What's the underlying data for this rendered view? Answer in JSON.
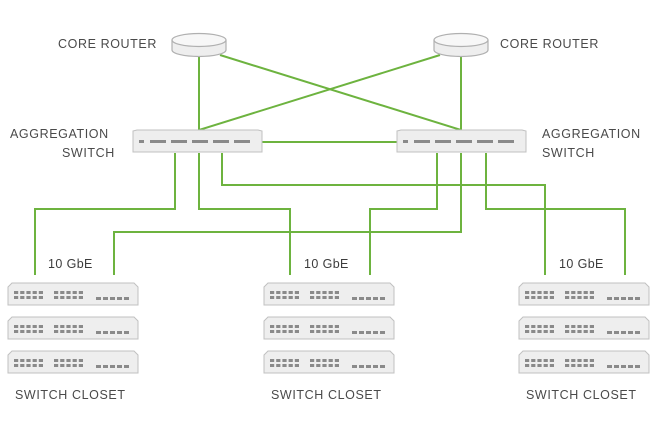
{
  "colors": {
    "link": "#6db33f",
    "device_fill": "#eeeeee",
    "device_stroke": "#b8b8b8",
    "port": "#8a8a8a",
    "text": "#4a4a4a"
  },
  "labels": {
    "core_router_left": "CORE ROUTER",
    "core_router_right": "CORE ROUTER",
    "agg_left_line1": "AGGREGATION",
    "agg_left_line2": "SWITCH",
    "agg_right_line1": "AGGREGATION",
    "agg_right_line2": "SWITCH",
    "gbe_left": "10 GbE",
    "gbe_center": "10 GbE",
    "gbe_right": "10 GbE",
    "closet_left": "SWITCH CLOSET",
    "closet_center": "SWITCH CLOSET",
    "closet_right": "SWITCH CLOSET"
  },
  "icons": {
    "router": "router-icon",
    "aggregation_switch": "aggregation-switch-icon",
    "access_switch": "access-switch-icon"
  }
}
